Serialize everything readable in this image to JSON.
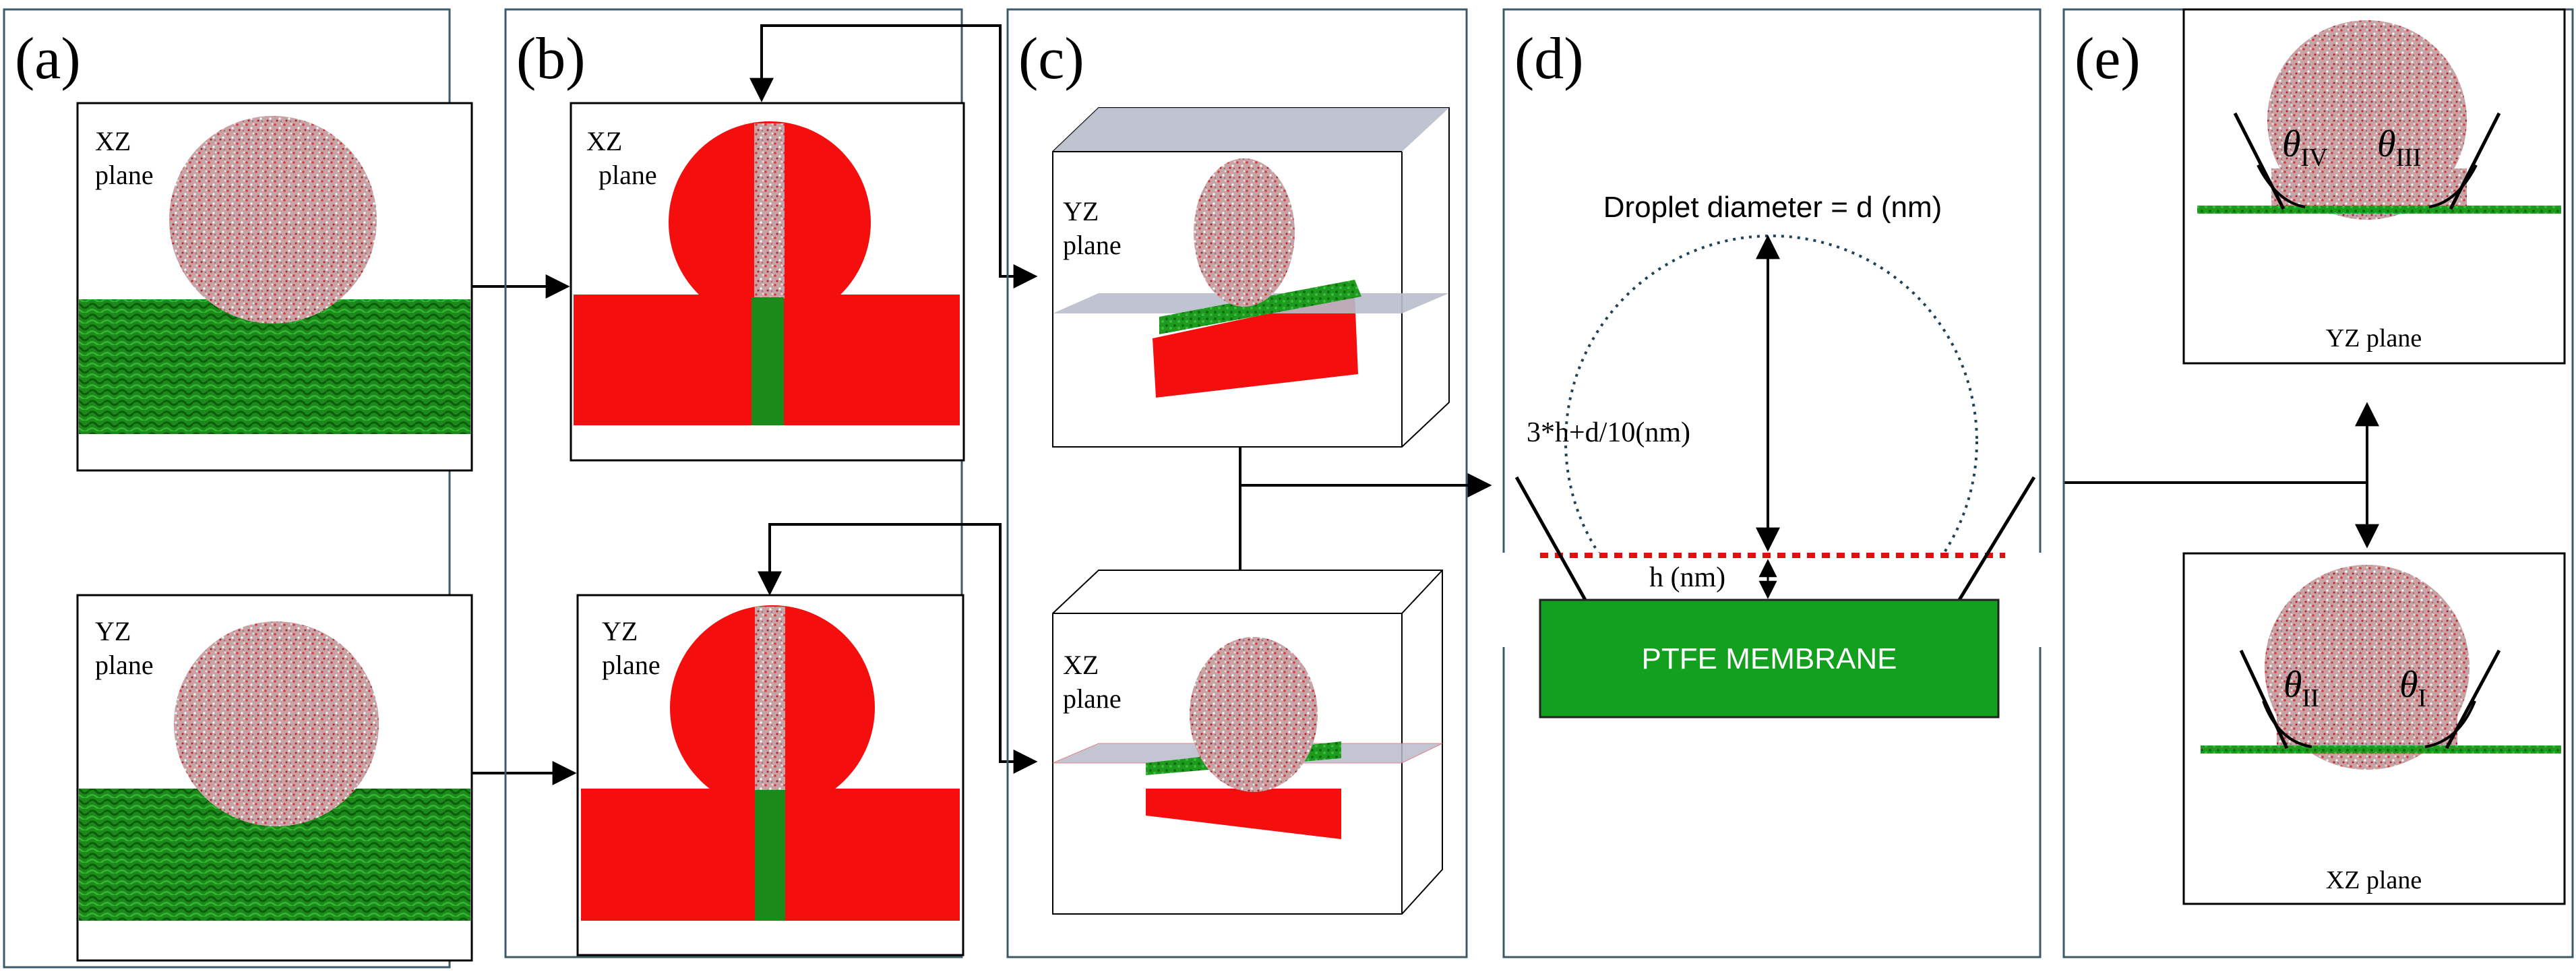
{
  "panels": {
    "a": {
      "label": "(a)",
      "top": {
        "line1": "XZ",
        "line2": "plane"
      },
      "bottom": {
        "line1": "YZ",
        "line2": "plane"
      }
    },
    "b": {
      "label": "(b)",
      "top": {
        "line1": "XZ",
        "line2": "plane"
      },
      "bottom": {
        "line1": "YZ",
        "line2": "plane"
      }
    },
    "c": {
      "label": "(c)",
      "top": {
        "line1": "YZ",
        "line2": "plane"
      },
      "bottom": {
        "line1": "XZ",
        "line2": "plane"
      }
    },
    "d": {
      "label": "(d)",
      "diameter_label": "Droplet diameter = d (nm)",
      "height_formula": "3*h+d/10(nm)",
      "h_label": "h (nm)",
      "membrane_label": "PTFE MEMBRANE"
    },
    "e": {
      "label": "(e)",
      "top_caption": "YZ plane",
      "bottom_caption": "XZ plane",
      "angles": {
        "theta": "θ",
        "sub_iv": "IV",
        "sub_iii": "III",
        "sub_ii": "II",
        "sub_i": "I"
      }
    }
  },
  "colors": {
    "membrane_green": "#1a9a1a",
    "dark_green": "#15801c",
    "droplet_pink": "#c9a0a4",
    "cut_red": "#f40e0e",
    "dotted_red": "#e01010",
    "plane_gray": "#b9bccb",
    "frame": "#3c5a6a"
  }
}
